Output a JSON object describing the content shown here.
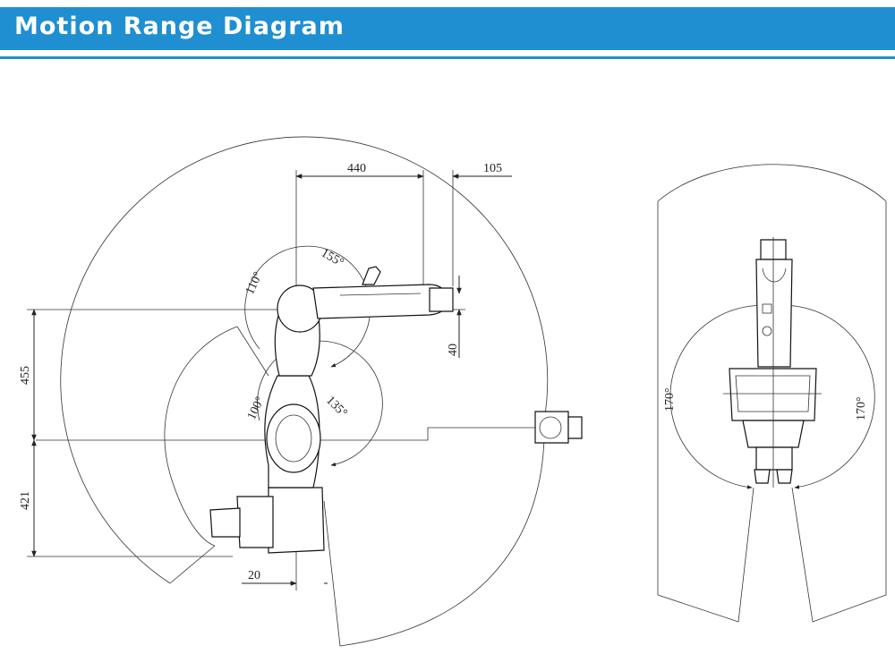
{
  "header": {
    "title": "Motion Range Diagram",
    "accent": "#1f8fd1"
  },
  "side_view": {
    "dimensions": {
      "reach_horizontal": "440",
      "wrist_offset": "105",
      "upper_arm_height": "455",
      "base_height": "421",
      "base_offset": "20",
      "forearm_offset": "40"
    },
    "angles": {
      "j3_upper": "110°",
      "j3_lower": "155°",
      "j2_upper": "100°",
      "j2_lower": "135°"
    }
  },
  "top_view": {
    "angles": {
      "j1_left": "170°",
      "j1_right": "170°"
    }
  }
}
